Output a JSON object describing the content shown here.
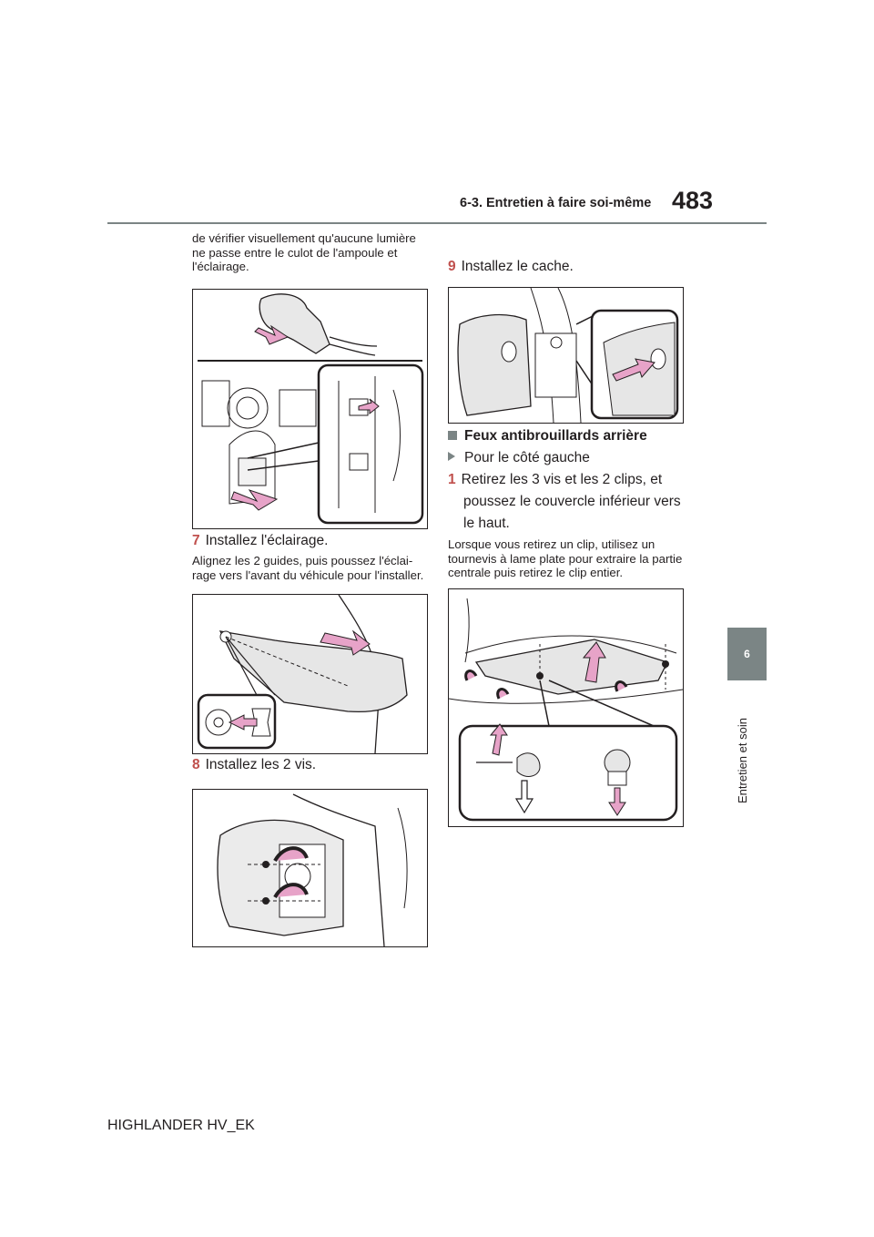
{
  "header": {
    "section": "6-3. Entretien à faire soi-même",
    "page_number": "483"
  },
  "side_tab": {
    "chapter_number": "6",
    "chapter_title": "Entretien et soin"
  },
  "left_column": {
    "intro_text": "de vérifier visuellement qu'aucune lumière ne passe entre le culot de l'ampoule et l'éclairage.",
    "step7": {
      "number": "7",
      "label": "Installez l'éclairage."
    },
    "step7_note": "Alignez les 2 guides, puis poussez l'éclai-rage vers l'avant du véhicule pour l'installer.",
    "step8": {
      "number": "8",
      "label": "Installez les 2 vis."
    }
  },
  "right_column": {
    "step9": {
      "number": "9",
      "label": "Installez le cache."
    },
    "section_heading": "Feux antibrouillards arrière",
    "subsection": "Pour le côté gauche",
    "step1": {
      "number": "1",
      "line1": "Retirez les 3 vis et les 2 clips, et",
      "line2": "poussez le couvercle inférieur vers",
      "line3": "le haut."
    },
    "step1_note": "Lorsque vous retirez un clip, utilisez un tournevis à lame plate pour extraire la partie centrale puis retirez le clip entier."
  },
  "footer": {
    "model": "HIGHLANDER HV_EK"
  },
  "colors": {
    "accent_gray": "#7b8585",
    "arrow_pink": "#e7a3c8",
    "step_number": "#c0504d"
  }
}
